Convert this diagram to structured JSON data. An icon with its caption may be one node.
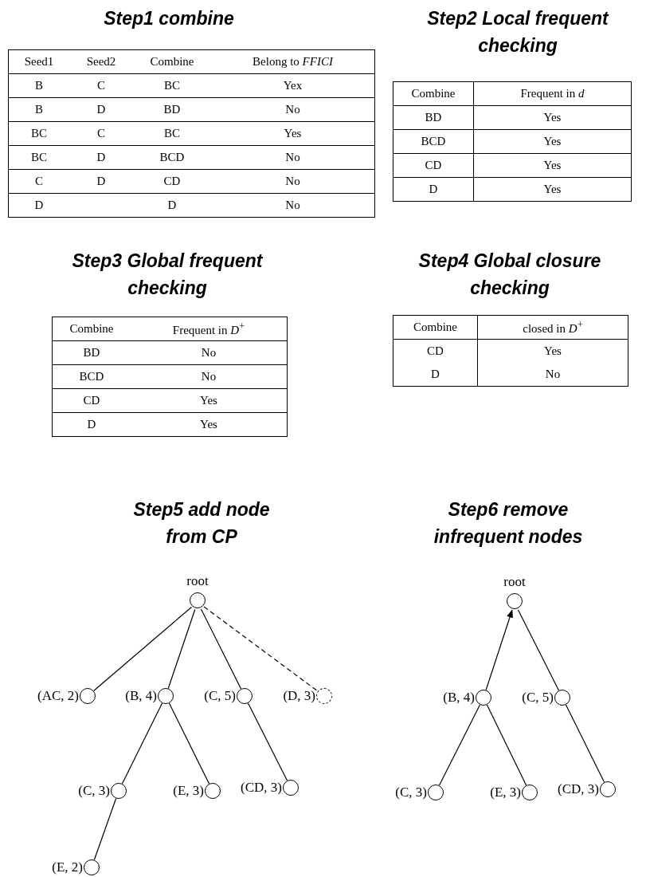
{
  "diagram": {
    "nodes": [
      {
        "text": [],
        "shape": "circle",
        "beside": [
          "root"
        ]
      },
      {
        "text": [],
        "shape": "circle",
        "beside": [
          "(AC, 2)"
        ]
      },
      {
        "text": [],
        "shape": "circle",
        "beside": [
          "(B, 4)"
        ]
      },
      {
        "text": [],
        "shape": "circle",
        "beside": [
          "(C, 5)"
        ]
      },
      {
        "text": [],
        "shape": "circle",
        "beside": [
          "(D, 3)"
        ]
      },
      {
        "text": [],
        "shape": "circle",
        "beside": [
          "(C, 3)"
        ]
      },
      {
        "text": [],
        "shape": "circle",
        "beside": [
          "(E, 3)"
        ]
      },
      {
        "text": [],
        "shape": "circle",
        "beside": [
          "(CD, 3)"
        ]
      },
      {
        "text": [],
        "shape": "circle",
        "beside": [
          "(E, 2)"
        ]
      },
      {
        "text": [],
        "shape": "circle",
        "beside": [
          "root"
        ]
      },
      {
        "text": [],
        "shape": "circle",
        "beside": [
          "(B, 4)"
        ]
      },
      {
        "text": [],
        "shape": "circle",
        "beside": [
          "(C, 5)"
        ]
      },
      {
        "text": [],
        "shape": "circle",
        "beside": [
          "(C, 3)"
        ]
      },
      {
        "text": [],
        "shape": "circle",
        "beside": [
          "(E, 3)"
        ]
      },
      {
        "text": [],
        "shape": "circle",
        "beside": [
          "(CD, 3)"
        ]
      }
    ],
    "edges": [
      {
        "from": 0,
        "to": 1,
        "arrow": "none"
      },
      {
        "from": 0,
        "to": 2,
        "arrow": "none"
      },
      {
        "from": 0,
        "to": 3,
        "arrow": "none"
      },
      {
        "from": 0,
        "to": 4,
        "arrow": "none",
        "style": "dashed"
      },
      {
        "from": 2,
        "to": 5,
        "arrow": "none"
      },
      {
        "from": 2,
        "to": 6,
        "arrow": "none"
      },
      {
        "from": 3,
        "to": 7,
        "arrow": "none"
      },
      {
        "from": 5,
        "to": 8,
        "arrow": "none"
      },
      {
        "from": 10,
        "to": 9,
        "arrow": "to"
      },
      {
        "from": 9,
        "to": 11,
        "arrow": "none"
      },
      {
        "from": 10,
        "to": 12,
        "arrow": "none"
      },
      {
        "from": 10,
        "to": 13,
        "arrow": "none"
      },
      {
        "from": 11,
        "to": 14,
        "arrow": "none"
      }
    ],
    "labels": [
      "Step1 combine",
      "Seed1",
      "Seed2",
      "Combine",
      "Belong to *FFICI*",
      "B",
      "C",
      "BC",
      "Yex",
      "B",
      "D",
      "BD",
      "No",
      "BC",
      "C",
      "BC",
      "Yes",
      "BC",
      "D",
      "BCD",
      "No",
      "C",
      "D",
      "CD",
      "No",
      "D",
      "D",
      "No",
      "Step2 Local frequent checking",
      "Combine",
      "Frequent in *d*",
      "BD",
      "Yes",
      "BCD",
      "Yes",
      "CD",
      "Yes",
      "D",
      "Yes",
      "Step3 Global frequent checking",
      "Combine",
      "Frequent in *D*$^{+}$",
      "BD",
      "No",
      "BCD",
      "No",
      "CD",
      "Yes",
      "D",
      "Yes",
      "Step4 Global closure checking",
      "Combine",
      "closed in *D*$^{+}$",
      "CD",
      "Yes",
      "D",
      "No",
      "Step5 add node from CP",
      "Step6 remove infrequent nodes"
    ]
  }
}
